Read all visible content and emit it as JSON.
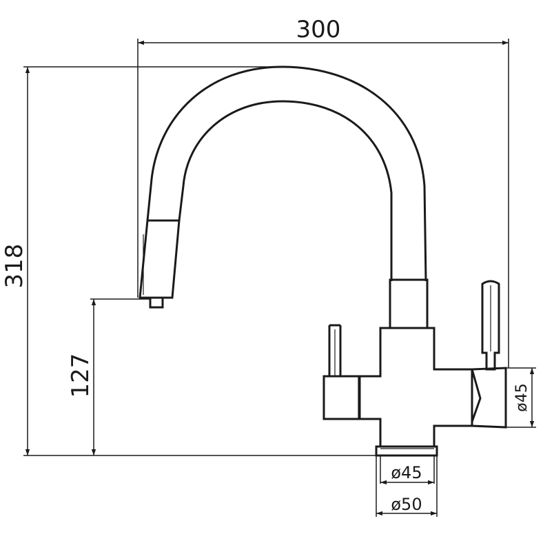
{
  "dimensions": {
    "overall_width": "300",
    "overall_height": "318",
    "spout_height": "127",
    "side_body_diameter": "ø45",
    "base_inner_diameter": "ø45",
    "base_outer_diameter": "ø50"
  },
  "colors": {
    "line": "#1a1a1a",
    "background": "#ffffff"
  }
}
